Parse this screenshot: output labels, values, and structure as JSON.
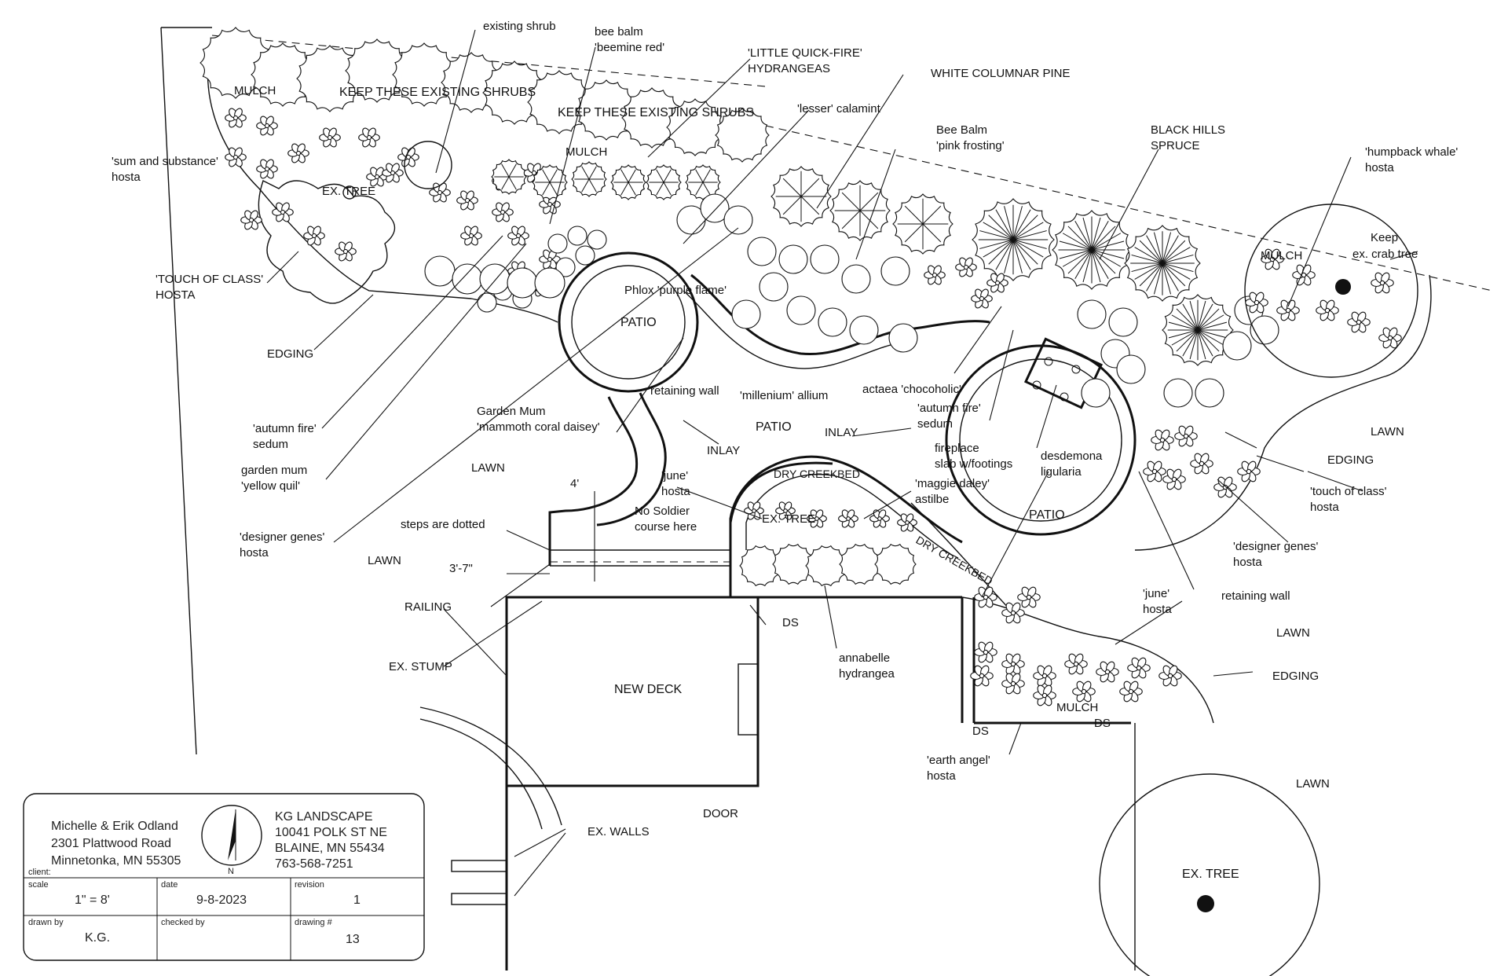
{
  "drawing": {
    "title_block": {
      "client_label": "client:",
      "client_name": "Michelle & Erik Odland",
      "client_street": "2301 Plattwood Road",
      "client_city": "Minnetonka, MN 55305",
      "north_letter": "N",
      "firm_name": "KG LANDSCAPE",
      "firm_street": "10041 POLK ST NE",
      "firm_city": "BLAINE, MN 55434",
      "firm_phone": "763-568-7251",
      "scale_label": "scale",
      "scale_value": "1\" = 8'",
      "date_label": "date",
      "date_value": "9-8-2023",
      "revision_label": "revision",
      "revision_value": "1",
      "drawn_by_label": "drawn by",
      "drawn_by_value": "K.G.",
      "checked_by_label": "checked by",
      "checked_by_value": "",
      "drawing_no_label": "drawing #",
      "drawing_no_value": "13"
    },
    "areas": {
      "mulch_1": "MULCH",
      "mulch_2": "MULCH",
      "mulch_3": "MULCH",
      "mulch_4": "MULCH",
      "keep_shrubs_1": "KEEP THESE EXISTING SHRUBS",
      "keep_shrubs_2": "KEEP THESE EXISTING SHRUBS",
      "ex_tree_1": "EX. TREE",
      "ex_tree_2": "EX. TREE",
      "ex_tree_3": "EX. TREE",
      "patio_1": "PATIO",
      "patio_2": "PATIO",
      "patio_3": "PATIO",
      "inlay_1": "INLAY",
      "inlay_2": "INLAY",
      "dry_creekbed_1": "DRY CREEKBED",
      "dry_creekbed_2": "DRY CREEKBED",
      "lawn_1": "LAWN",
      "lawn_2": "LAWN",
      "lawn_3": "LAWN",
      "lawn_4": "LAWN",
      "lawn_5": "LAWN",
      "new_deck": "NEW DECK",
      "door": "DOOR",
      "ds_1": "DS",
      "ds_2": "DS",
      "ds_3": "DS"
    },
    "plant_labels": {
      "existing_shrub": "existing shrub",
      "bee_balm_1": "bee balm",
      "bee_balm_2": "'beemine red'",
      "little_quickfire_1": "'LITTLE QUICK-FIRE'",
      "little_quickfire_2": "HYDRANGEAS",
      "lesser_calamint": "'lesser' calamint",
      "white_columnar_pine": "WHITE COLUMNAR PINE",
      "bee_balm_pink_1": "Bee Balm",
      "bee_balm_pink_2": "'pink frosting'",
      "black_hills_1": "BLACK HILLS",
      "black_hills_2": "SPRUCE",
      "humpback_1": "'humpback whale'",
      "humpback_2": "hosta",
      "keep_crab_1": "Keep",
      "keep_crab_2": "ex. crab tree",
      "sum_substance_1": "'sum and substance'",
      "sum_substance_2": "hosta",
      "touch_class_upper_1": "'TOUCH OF CLASS'",
      "touch_class_upper_2": "HOSTA",
      "edging_1": "EDGING",
      "edging_2": "EDGING",
      "edging_3": "EDGING",
      "phlox": "Phlox 'purple flame'",
      "retaining_wall_1": "retaining wall",
      "retaining_wall_2": "retaining wall",
      "millenium_allium": "'millenium' allium",
      "actaea": "actaea 'chocoholic'",
      "garden_mum_coral_1": "Garden Mum",
      "garden_mum_coral_2": "'mammoth coral daisey'",
      "autumn_fire_left_1": "'autumn fire'",
      "autumn_fire_left_2": "sedum",
      "autumn_fire_right_1": "'autumn fire'",
      "autumn_fire_right_2": "sedum",
      "garden_mum_yellow_1": "garden mum",
      "garden_mum_yellow_2": "'yellow quil'",
      "designer_genes_left_1": "'designer genes'",
      "designer_genes_left_2": "hosta",
      "designer_genes_right_1": "'designer genes'",
      "designer_genes_right_2": "hosta",
      "june_hosta_upper_1": "'june'",
      "june_hosta_upper_2": "hosta",
      "june_hosta_lower_1": "'june'",
      "june_hosta_lower_2": "hosta",
      "fireplace_1": "fireplace",
      "fireplace_2": "slab w/footings",
      "desdemona_1": "desdemona",
      "desdemona_2": "ligularia",
      "maggie_daley_1": "'maggie daley'",
      "maggie_daley_2": "astilbe",
      "touch_class_lower_1": "'touch of class'",
      "touch_class_lower_2": "hosta",
      "annabelle_1": "annabelle",
      "annabelle_2": "hydrangea",
      "earth_angel_1": "'earth angel'",
      "earth_angel_2": "hosta"
    },
    "notes": {
      "steps_dotted": "steps are dotted",
      "no_soldier_1": "No Soldier",
      "no_soldier_2": "course here",
      "dim_4": "4'",
      "dim_3_7": "3'-7\"",
      "railing": "RAILING",
      "ex_stump": "EX. STUMP",
      "ex_walls": "EX. WALLS"
    }
  }
}
